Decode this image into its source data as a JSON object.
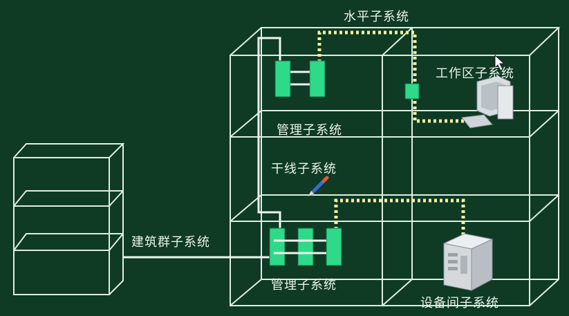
{
  "labels": {
    "horizontal_subsystem": "水平子系统",
    "work_area_subsystem": "工作区子系统",
    "admin_subsystem_upper": "管理子系统",
    "backbone_subsystem": "干线子系统",
    "building_group_subsystem": "建筑群子系统",
    "admin_subsystem_lower": "管理子系统",
    "equipment_room_subsystem": "设备间子系统"
  },
  "colors": {
    "background": "#0f3a24",
    "line": "#dfeee4",
    "panel": "#2fd98a",
    "dotted_cable": "#f2f0a0"
  }
}
